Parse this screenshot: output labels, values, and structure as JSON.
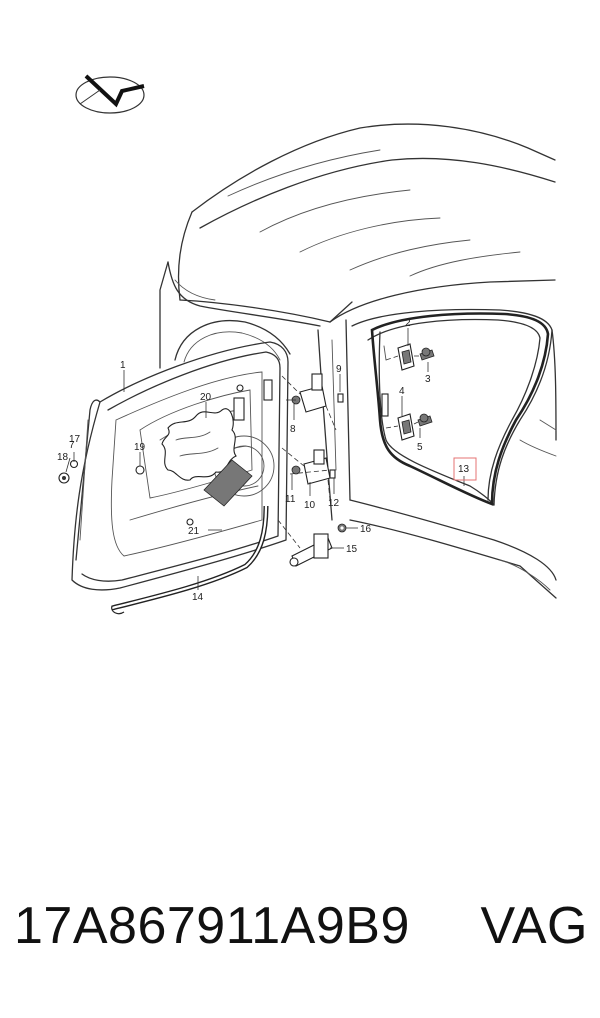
{
  "callouts": [
    {
      "id": "c1",
      "text": "1"
    },
    {
      "id": "c2",
      "text": "2"
    },
    {
      "id": "c3",
      "text": "3"
    },
    {
      "id": "c4",
      "text": "4"
    },
    {
      "id": "c5",
      "text": "5"
    },
    {
      "id": "c7",
      "text": "7"
    },
    {
      "id": "c8",
      "text": "8"
    },
    {
      "id": "c9",
      "text": "9"
    },
    {
      "id": "c10",
      "text": "10"
    },
    {
      "id": "c11",
      "text": "11"
    },
    {
      "id": "c12",
      "text": "12"
    },
    {
      "id": "c13",
      "text": "13"
    },
    {
      "id": "c14",
      "text": "14"
    },
    {
      "id": "c15",
      "text": "15"
    },
    {
      "id": "c16",
      "text": "16"
    },
    {
      "id": "c17",
      "text": "17"
    },
    {
      "id": "c18",
      "text": "18"
    },
    {
      "id": "c19",
      "text": "19"
    },
    {
      "id": "c20",
      "text": "20"
    },
    {
      "id": "c21",
      "text": "21"
    }
  ],
  "highlighted_callout": "13",
  "highlight_color": "#e57373",
  "footer": {
    "part_number": "17A867911A9B9",
    "brand": "VAG"
  }
}
